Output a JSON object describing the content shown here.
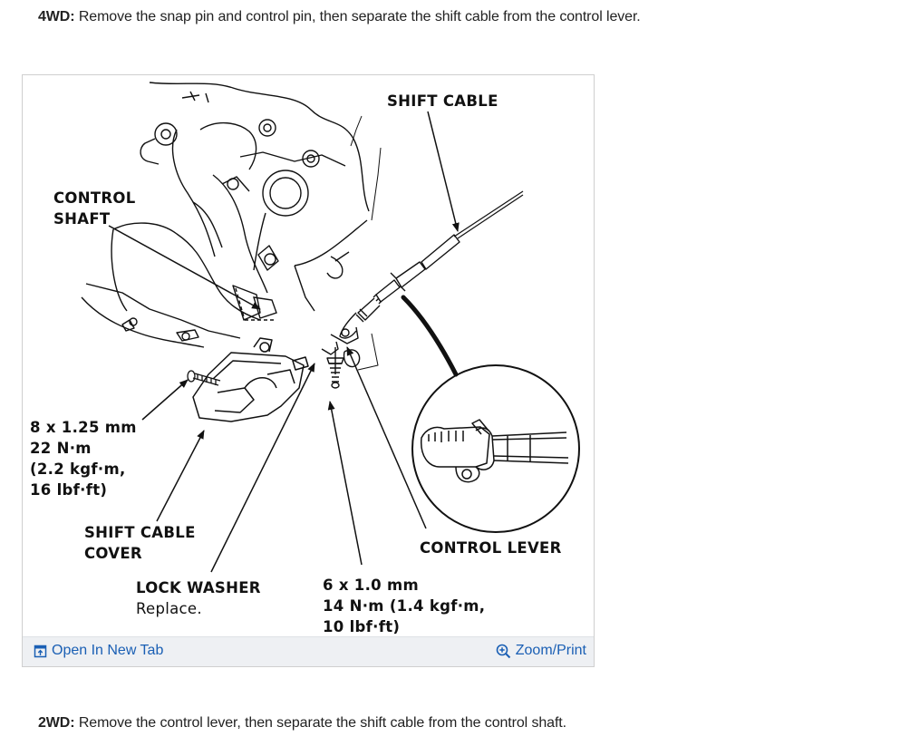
{
  "step_4wd": {
    "prefix": "4WD:",
    "text": " Remove the snap pin and control pin, then separate the shift cable from the control lever."
  },
  "step_2wd": {
    "prefix": "2WD:",
    "text": " Remove the control lever, then separate the shift cable from the control shaft."
  },
  "figure": {
    "labels": {
      "shift_cable": "SHIFT CABLE",
      "control_shaft_1": "CONTROL",
      "control_shaft_2": "SHAFT",
      "bolt_spec_1": "8 x 1.25 mm",
      "bolt_spec_2": "22 N·m",
      "bolt_spec_3": "(2.2 kgf·m,",
      "bolt_spec_4": "16 lbf·ft)",
      "cover_1": "SHIFT CABLE",
      "cover_2": "COVER",
      "lock_washer_1": "LOCK WASHER",
      "lock_washer_2": "Replace.",
      "small_bolt_1": "6 x 1.0 mm",
      "small_bolt_2": "14 N·m (1.4 kgf·m,",
      "small_bolt_3": "10 lbf·ft)",
      "control_lever": "CONTROL LEVER"
    },
    "toolbar": {
      "open_new_tab": "Open In New Tab",
      "zoom_print": "Zoom/Print"
    }
  },
  "colors": {
    "link": "#1a5fb4",
    "toolbar_bg": "#eef0f3"
  }
}
